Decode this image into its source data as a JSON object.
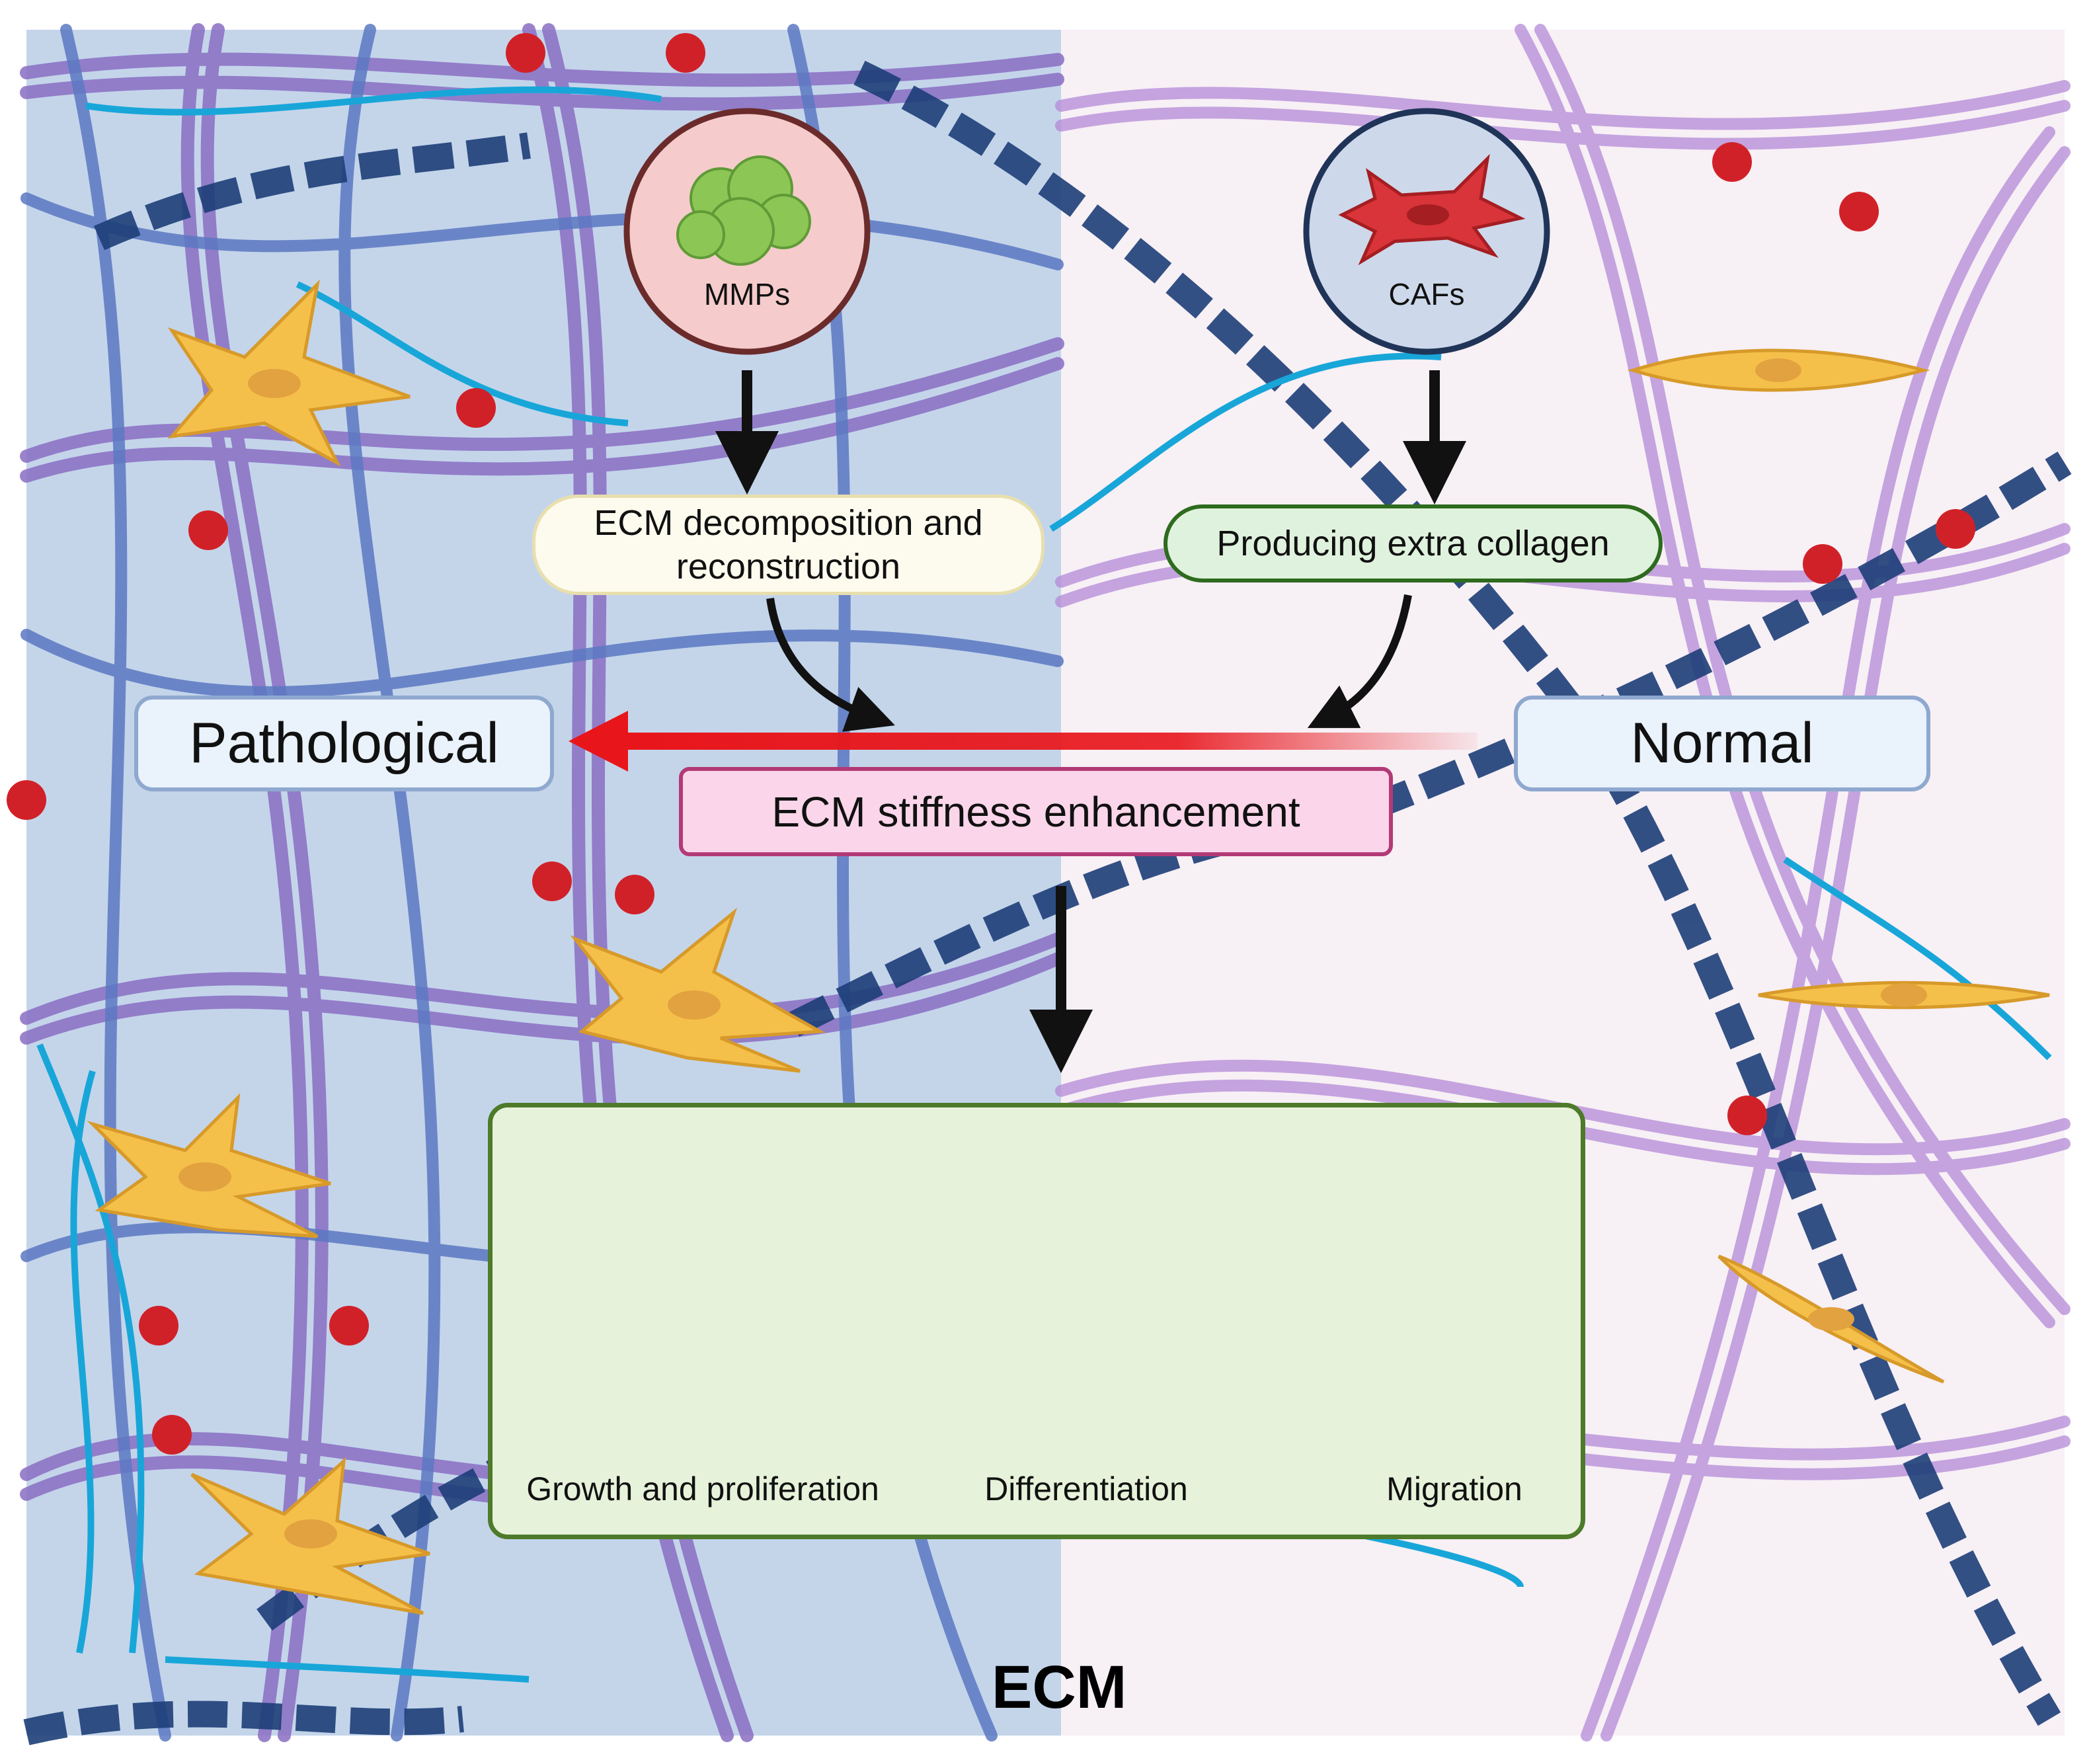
{
  "nodes": {
    "mmps": "MMPs",
    "cafs": "CAFs",
    "ecm_decomposition": "ECM decomposition and reconstruction",
    "extra_collagen": "Producing extra collagen",
    "pathological": "Pathological",
    "normal": "Normal",
    "stiffness": "ECM stiffness enhancement"
  },
  "outcomes": {
    "growth": "Growth and proliferation",
    "differentiation": "Differentiation",
    "migration": "Migration"
  },
  "footer": {
    "title": "ECM"
  },
  "colors": {
    "pathological_bg": "#c4d5ea",
    "normal_bg": "#f7f0f5",
    "transition_arrow": "#e8151b",
    "collagen_purple": "#8a6ec4",
    "collagen_blue": "#5b78c2",
    "fibronectin_navy": "#1d3e78",
    "hyaluronan_cyan": "#18a6d9",
    "fibroblast_yellow": "#f5c04a",
    "red_particle": "#d12128",
    "mmp_circle_fill": "#f5cbcb",
    "caf_circle_fill": "#cdd9eb",
    "outcome_box_fill": "#e6f2d9"
  },
  "icons": [
    "mmp-cluster-icon",
    "caf-cell-icon",
    "tumor-cluster-icon",
    "cell-type-icons",
    "blood-vessel-tumor-icon"
  ]
}
